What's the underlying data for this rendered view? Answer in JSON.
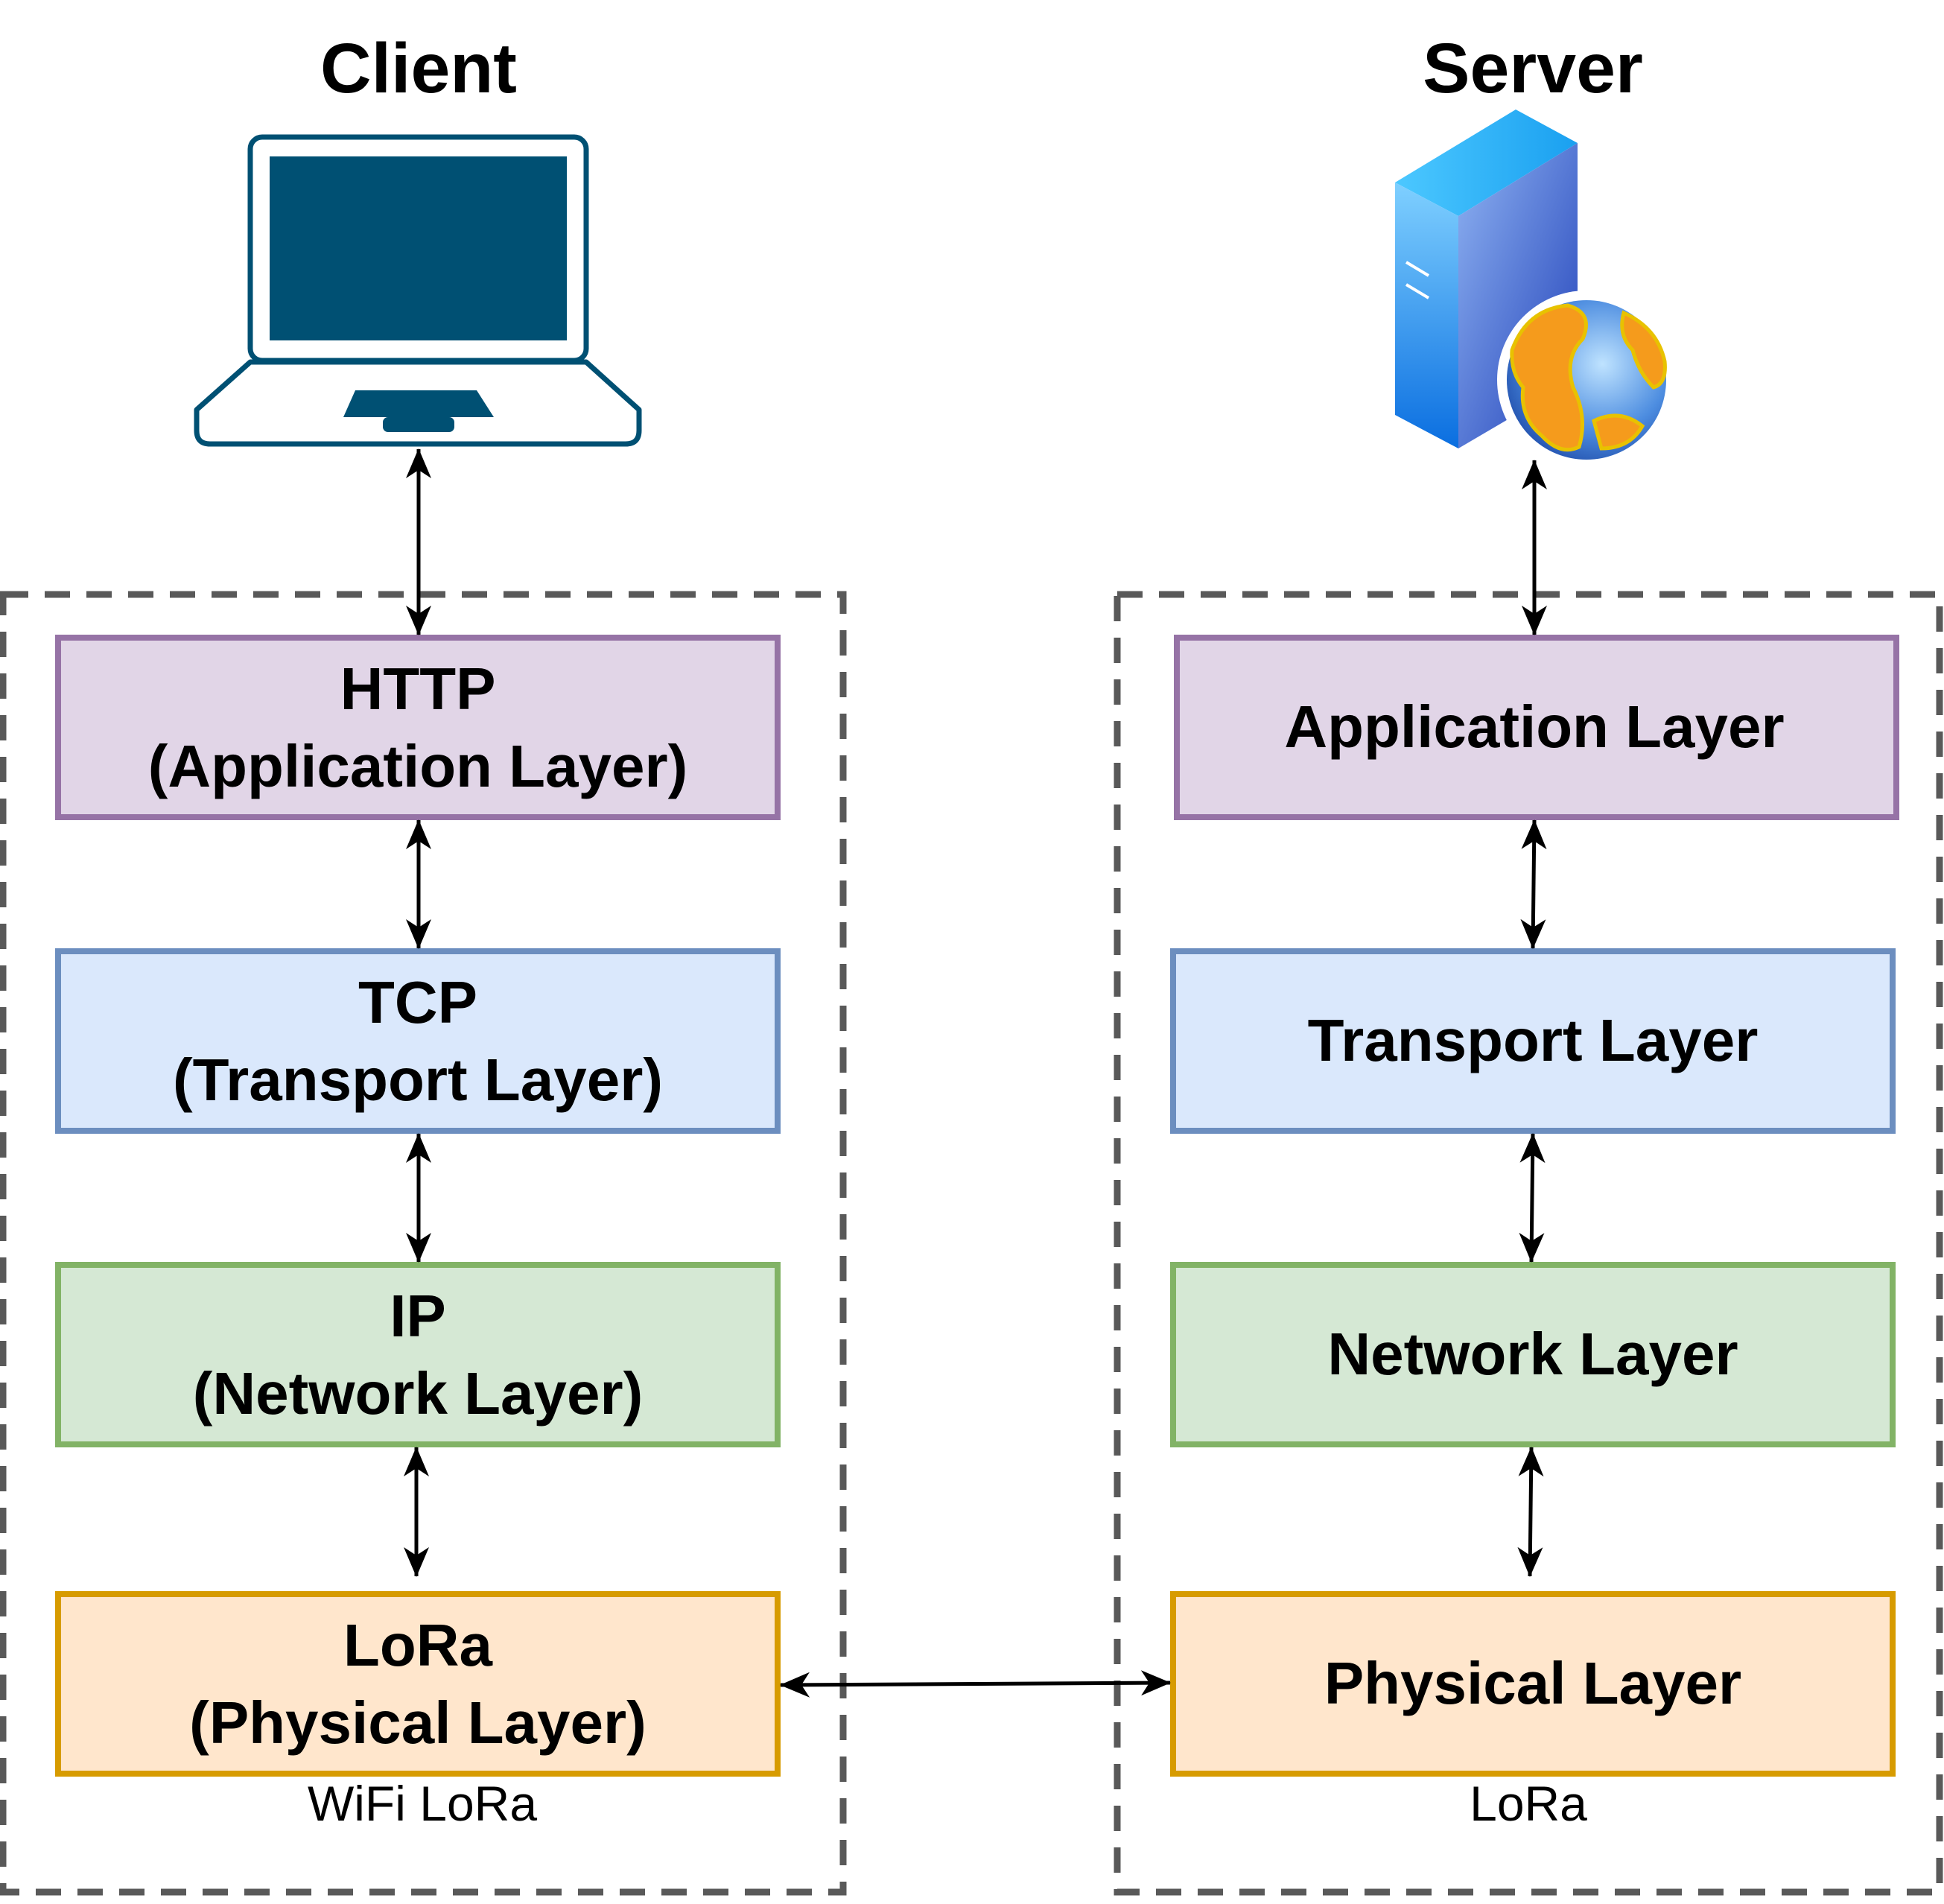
{
  "client": {
    "title": "Client",
    "icon": "laptop-icon",
    "group_label": "WiFi LoRa",
    "layers": [
      {
        "line1": "HTTP",
        "line2": "(Application Layer)",
        "fill": "#e1d5e7",
        "stroke": "#9673a6"
      },
      {
        "line1": "TCP",
        "line2": "(Transport Layer)",
        "fill": "#dae8fc",
        "stroke": "#6c8ebf"
      },
      {
        "line1": "IP",
        "line2": "(Network Layer)",
        "fill": "#d5e8d4",
        "stroke": "#82b366"
      },
      {
        "line1": "LoRa",
        "line2": "(Physical Layer)",
        "fill": "#ffe6cc",
        "stroke": "#d79b00"
      }
    ]
  },
  "server": {
    "title": "Server",
    "icon": "web-server-globe-icon",
    "group_label": "LoRa",
    "layers": [
      {
        "label": "Application Layer",
        "fill": "#e1d5e7",
        "stroke": "#9673a6"
      },
      {
        "label": "Transport Layer",
        "fill": "#dae8fc",
        "stroke": "#6c8ebf"
      },
      {
        "label": "Network Layer",
        "fill": "#d5e8d4",
        "stroke": "#82b366"
      },
      {
        "label": "Physical Layer",
        "fill": "#ffe6cc",
        "stroke": "#d79b00"
      }
    ]
  },
  "colors": {
    "laptop": "#005073",
    "group_border": "#595959",
    "connector": "#000000"
  }
}
